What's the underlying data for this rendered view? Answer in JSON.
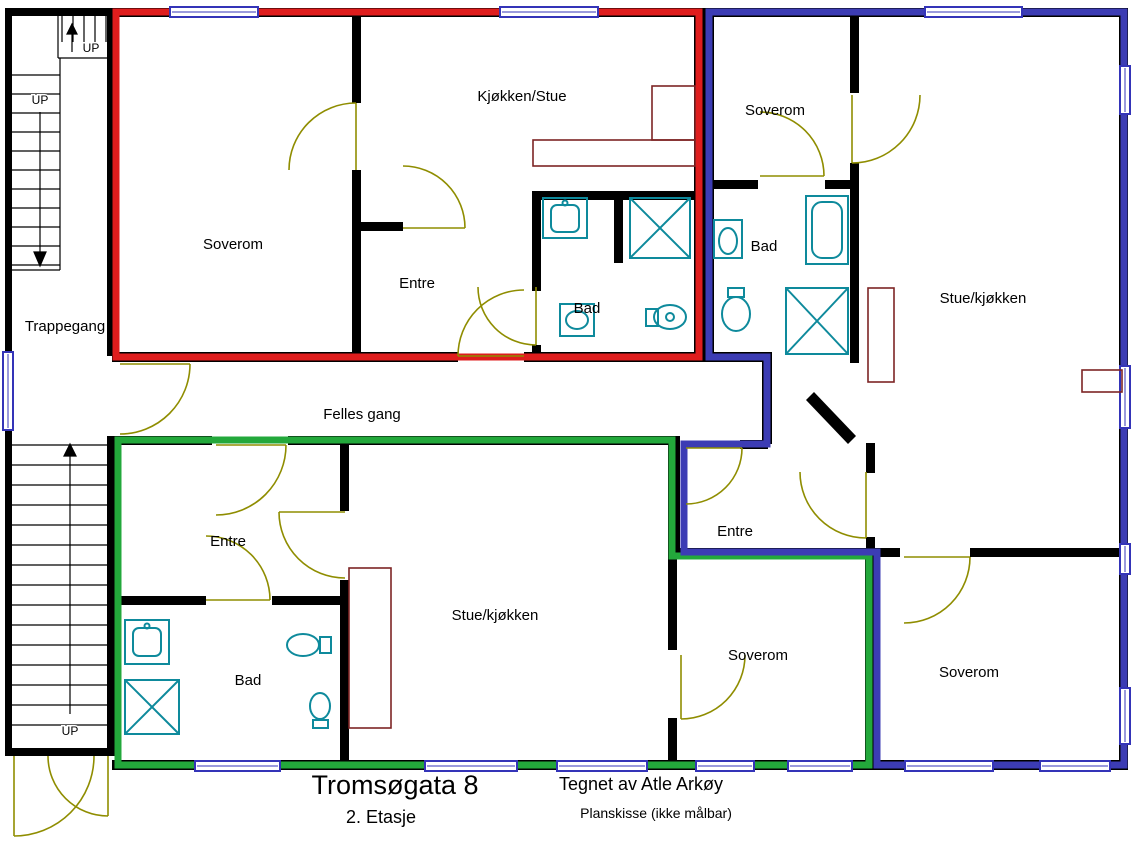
{
  "title_block": {
    "title": "Tromsøgata 8",
    "subtitle": "2. Etasje",
    "credit": "Tegnet av Atle Arkøy",
    "note": "Planskisse (ikke målbar)"
  },
  "common_areas": {
    "stairwell_label": "Trappegang",
    "corridor_label": "Felles gang",
    "stairs_up_label_1": "UP",
    "stairs_up_label_2": "UP",
    "stairs_up_label_3": "UP"
  },
  "apartments": {
    "red": {
      "outline_color": "#df1d1d",
      "rooms": {
        "soverom": "Soverom",
        "kjokken_stue": "Kjøkken/Stue",
        "entre": "Entre",
        "bad": "Bad"
      }
    },
    "blue": {
      "outline_color": "#3c3cb4",
      "rooms": {
        "soverom_top": "Soverom",
        "bad": "Bad",
        "stue_kjokken": "Stue/kjøkken",
        "entre": "Entre",
        "soverom_bottom": "Soverom"
      }
    },
    "green": {
      "outline_color": "#23a83b",
      "rooms": {
        "entre": "Entre",
        "bad": "Bad",
        "stue_kjokken": "Stue/kjøkken",
        "soverom": "Soverom"
      }
    }
  },
  "legend_colors": {
    "walls": "#000000",
    "doors": "#8f8d00",
    "windows": "#3434b8",
    "bath_fixtures": "#0e8a9c",
    "furniture": "#7d2424"
  }
}
